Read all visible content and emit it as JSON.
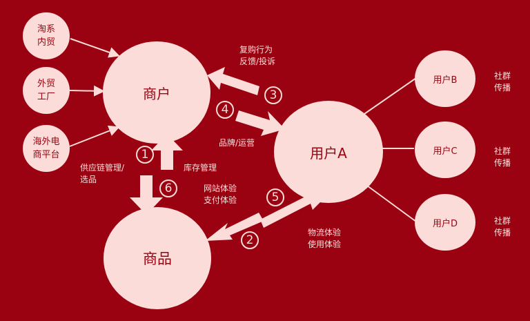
{
  "nodes": {
    "taoxi": {
      "line1": "淘系",
      "line2": "内贸"
    },
    "waimao": {
      "line1": "外贸",
      "line2": "工厂"
    },
    "haiwai": {
      "line1": "海外电",
      "line2": "商平台"
    },
    "merchant": "商户",
    "product": "商品",
    "user_a": "用户A",
    "user_b": "用户B",
    "user_c": "用户C",
    "user_d": "用户D"
  },
  "labels": {
    "repurchase": {
      "line1": "复购行为",
      "line2": "反馈/投诉"
    },
    "brand": "品牌/运营",
    "supply": {
      "line1": "供应链管理/",
      "line2": "选品"
    },
    "inventory": "库存管理",
    "website": {
      "line1": "网站体验",
      "line2": "支付体验"
    },
    "logistics": {
      "line1": "物流体验",
      "line2": "使用体验"
    },
    "social_b": {
      "line1": "社群",
      "line2": "传播"
    },
    "social_c": {
      "line1": "社群",
      "line2": "传播"
    },
    "social_d": {
      "line1": "社群",
      "line2": "传播"
    }
  },
  "steps": [
    "1",
    "2",
    "3",
    "4",
    "5",
    "6"
  ],
  "colors": {
    "background": "#9a0211",
    "shape": "#fbdcd8"
  }
}
